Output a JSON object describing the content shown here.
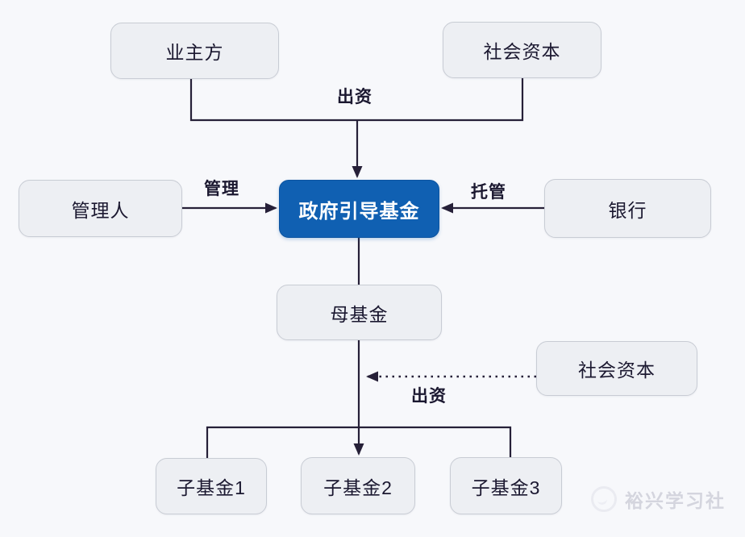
{
  "nodes": {
    "owner": {
      "label": "业主方"
    },
    "social_capital_top": {
      "label": "社会资本"
    },
    "manager": {
      "label": "管理人"
    },
    "gov_fund": {
      "label": "政府引导基金"
    },
    "bank": {
      "label": "银行"
    },
    "mother_fund": {
      "label": "母基金"
    },
    "social_capital_mid": {
      "label": "社会资本"
    },
    "sub_fund_1": {
      "label": "子基金1"
    },
    "sub_fund_2": {
      "label": "子基金2"
    },
    "sub_fund_3": {
      "label": "子基金3"
    }
  },
  "edges": {
    "contribution_top": {
      "label": "出资",
      "style": "solid",
      "from": [
        "owner",
        "social_capital_top"
      ],
      "to": "gov_fund"
    },
    "manage": {
      "label": "管理",
      "style": "solid",
      "from": [
        "manager"
      ],
      "to": "gov_fund"
    },
    "custody": {
      "label": "托管",
      "style": "solid",
      "from": [
        "bank"
      ],
      "to": "gov_fund"
    },
    "fund_flow_down": {
      "label": "",
      "style": "solid",
      "from": [
        "gov_fund"
      ],
      "to": "mother_fund"
    },
    "contribution_mid": {
      "label": "出资",
      "style": "dotted",
      "from": [
        "social_capital_mid"
      ],
      "to": "mother_fund_line"
    },
    "split_bottom": {
      "label": "",
      "style": "solid",
      "from": [
        "mother_fund"
      ],
      "to": [
        "sub_fund_1",
        "sub_fund_2",
        "sub_fund_3"
      ]
    }
  },
  "watermark": {
    "text": "裕兴学习社"
  },
  "colors": {
    "background": "#f7f8fb",
    "box_fill": "#edeff3",
    "box_border": "#c8ccd4",
    "primary_blue": "#1060b2",
    "line": "#262038",
    "watermark_gray": "#b9bac8"
  }
}
